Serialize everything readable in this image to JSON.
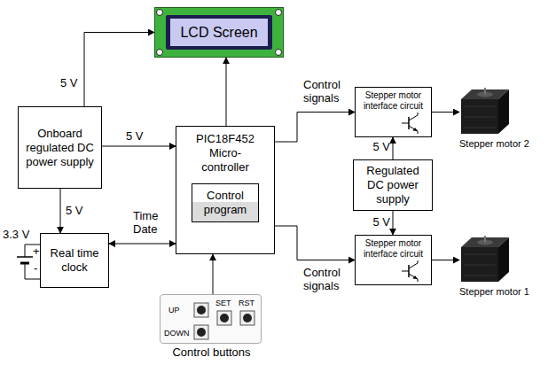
{
  "diagram": {
    "nodes": [
      {
        "text": [
          "LCD Screen"
        ]
      },
      {
        "text": [
          "Onboard regulated DC power supply"
        ]
      },
      {
        "text": [
          "PIC18F452 Micro-controller"
        ]
      },
      {
        "text": [
          "Control program"
        ],
        "in": 2
      },
      {
        "text": [
          "Stepper motor interface circuit"
        ]
      },
      {
        "text": [
          "Stepper motor 2"
        ]
      },
      {
        "text": [
          "Regulated DC power supply"
        ]
      },
      {
        "text": [
          "Real time clock"
        ]
      },
      {
        "text": [
          "Stepper motor interface circuit"
        ]
      },
      {
        "text": [
          "Stepper motor 1"
        ]
      },
      {
        "text": [
          "UP",
          "SET",
          "RST",
          "DOWN",
          "Control buttons"
        ]
      }
    ],
    "edges": [
      {
        "from": 1,
        "to": 0,
        "arrow": "to",
        "label": "5 V"
      },
      {
        "from": 1,
        "to": 2,
        "arrow": "to",
        "label": "5 V"
      },
      {
        "from": 1,
        "to": 7,
        "arrow": "to",
        "label": "5 V"
      },
      {
        "from": 2,
        "to": 0,
        "arrow": "to"
      },
      {
        "from": 2,
        "to": 4,
        "arrow": "to",
        "label": "Control signals"
      },
      {
        "from": 4,
        "to": 5,
        "arrow": "to"
      },
      {
        "from": 6,
        "to": 4,
        "arrow": "to",
        "label": "5 V"
      },
      {
        "from": 7,
        "to": 2,
        "arrow": "both",
        "label": "Time Date"
      },
      {
        "from": 2,
        "to": 8,
        "arrow": "to",
        "label": "Control signals"
      },
      {
        "from": 6,
        "to": 8,
        "arrow": "to",
        "label": "5 V"
      },
      {
        "from": 8,
        "to": 9,
        "arrow": "to"
      },
      {
        "from": 10,
        "to": 2,
        "arrow": "to"
      }
    ],
    "labels": [
      "3.3 V",
      "+",
      "-"
    ]
  }
}
